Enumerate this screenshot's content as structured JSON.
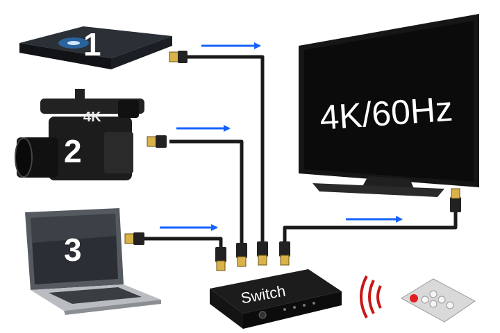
{
  "sources": [
    {
      "number": "1",
      "icon": "bluray-player-icon"
    },
    {
      "number": "2",
      "icon": "camcorder-icon"
    },
    {
      "number": "3",
      "icon": "laptop-icon"
    }
  ],
  "camcorder_badge": "4K",
  "tv_label": "4K/60Hz",
  "switch_label": "Switch",
  "colors": {
    "arrow": "#1463ff",
    "cable": "#1a1a1a",
    "screen": "#0b0b0b",
    "remote_button": "#e02020",
    "signal": "#c81818"
  }
}
